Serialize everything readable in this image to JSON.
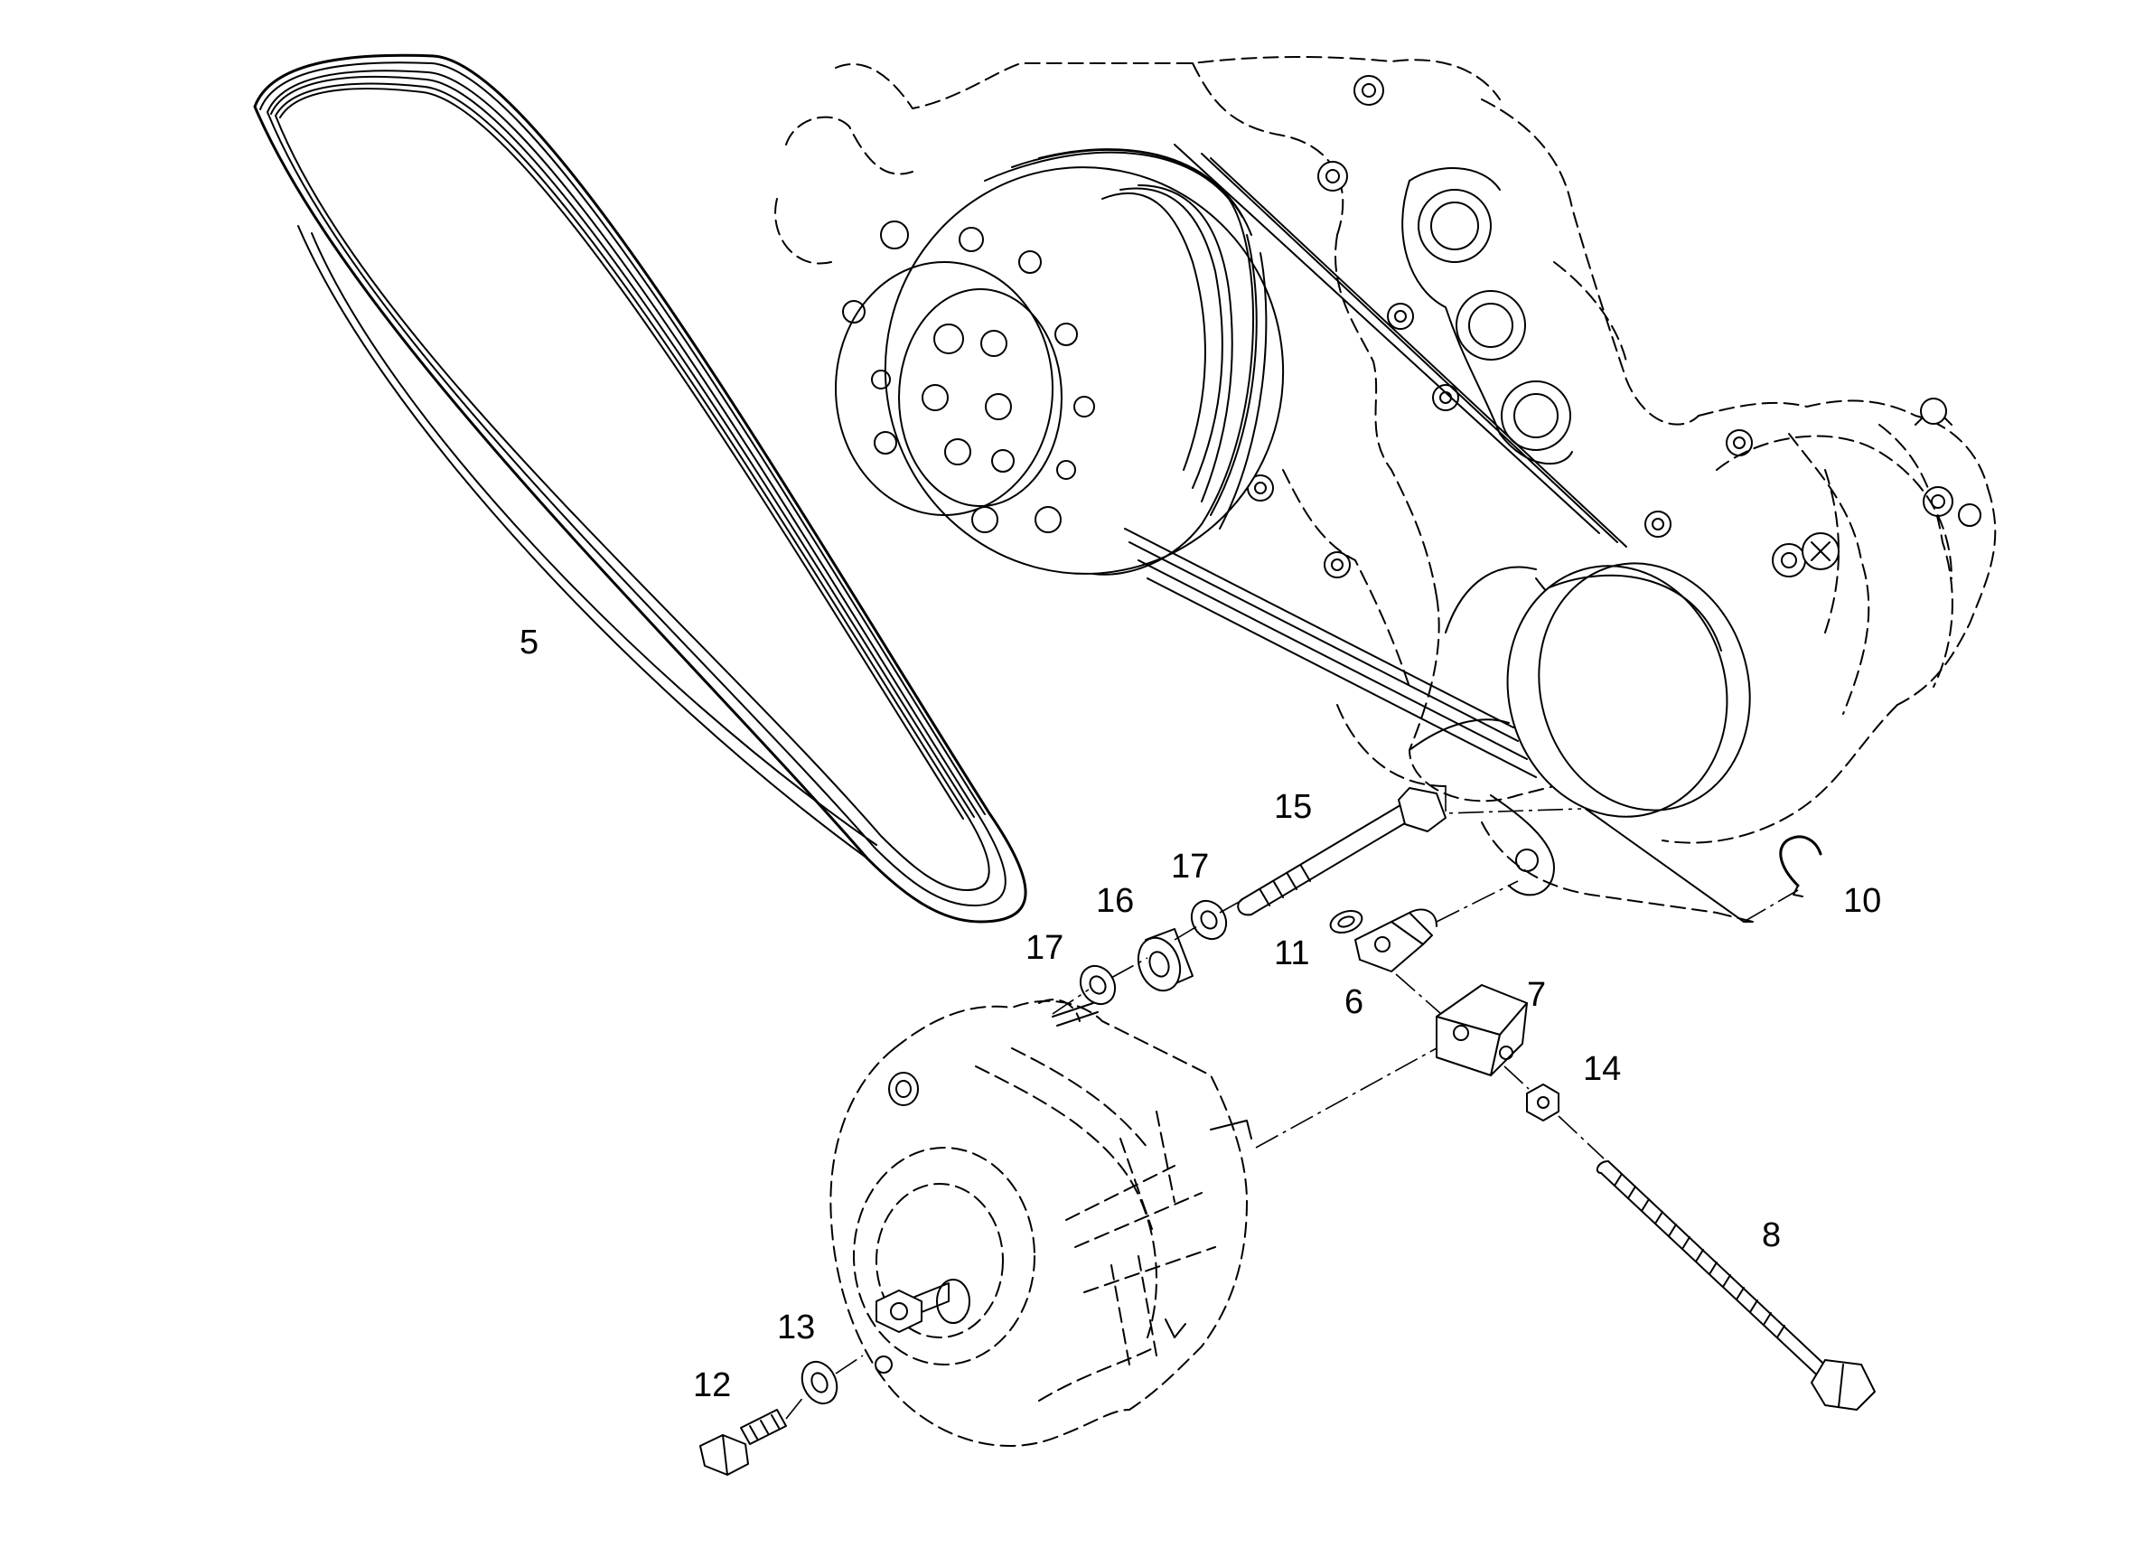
{
  "colors": {
    "line": "#000000",
    "background": "#ffffff"
  },
  "callouts": {
    "belt": "5",
    "bracket": "6",
    "clamp_block": "7",
    "adjust_screw": "8",
    "circlip": "10",
    "snap_ring": "11",
    "hex_bolt": "12",
    "washer_13": "13",
    "nut": "14",
    "long_bolt": "15",
    "sleeve": "16",
    "washer_17_upper": "17",
    "washer_17_lower": "17"
  }
}
